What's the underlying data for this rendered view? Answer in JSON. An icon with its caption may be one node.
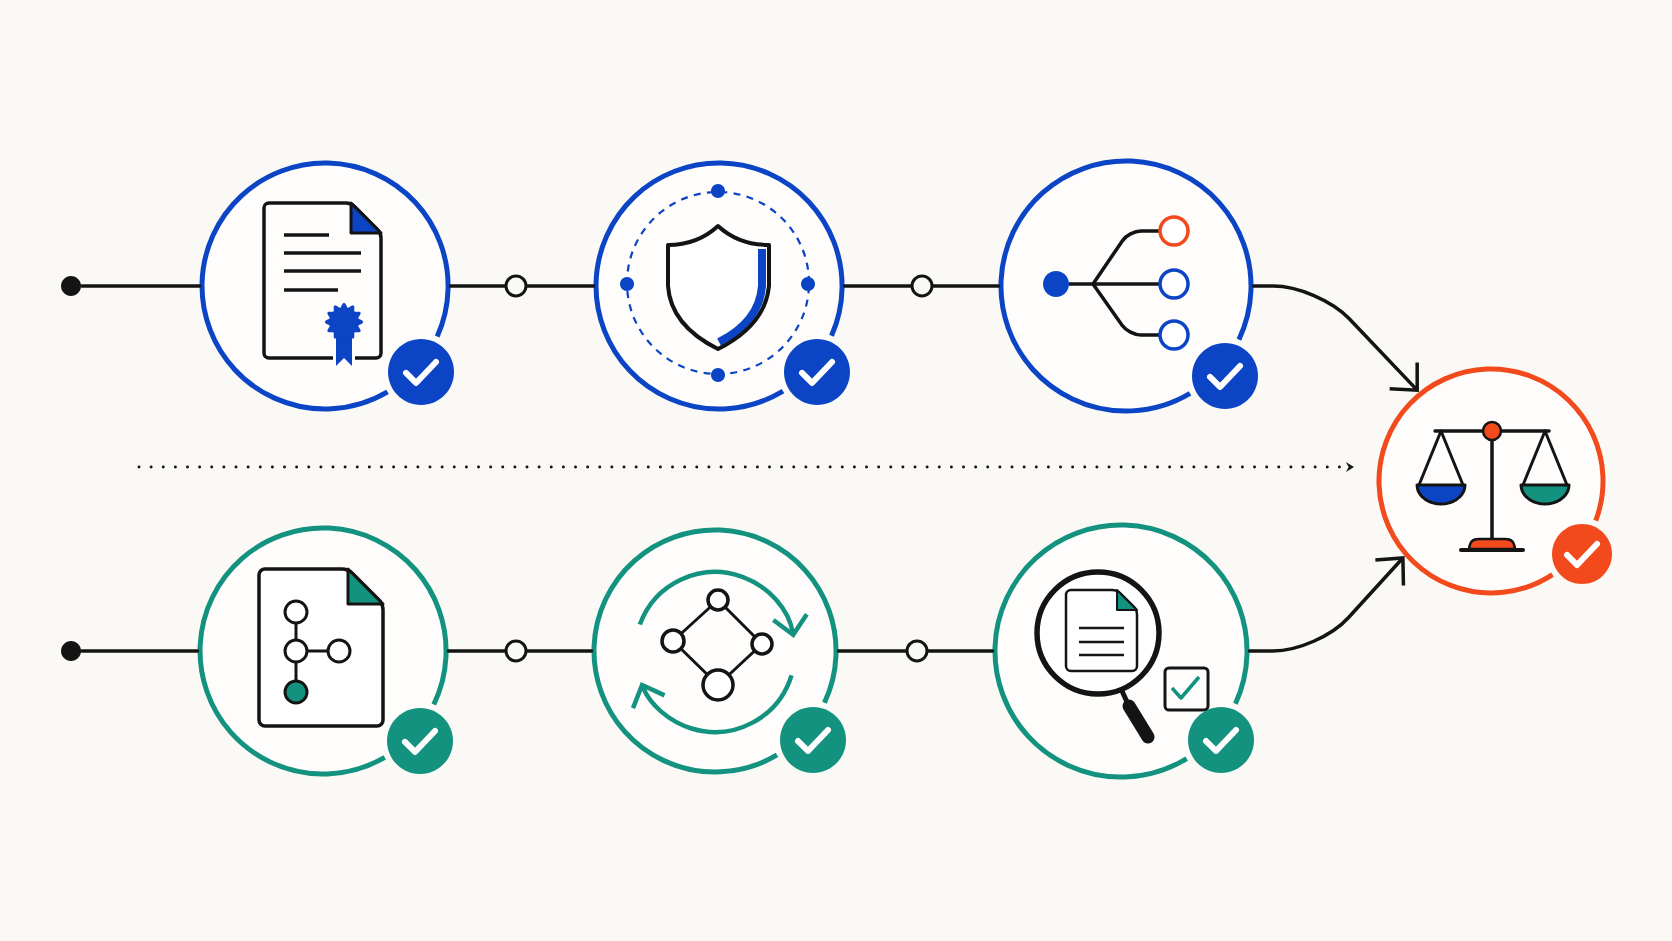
{
  "diagram": {
    "nodes": [
      {
        "text": [],
        "shape": "dot"
      },
      {
        "text": [],
        "shape": "circle"
      },
      {
        "text": [],
        "shape": "circle"
      },
      {
        "text": [],
        "shape": "circle"
      },
      {
        "text": [],
        "shape": "circle"
      },
      {
        "text": [],
        "shape": "circle"
      },
      {
        "text": [],
        "shape": "dot"
      },
      {
        "text": [],
        "shape": "circle"
      },
      {
        "text": [],
        "shape": "circle"
      },
      {
        "text": [],
        "shape": "circle"
      },
      {
        "text": [],
        "shape": "circle"
      },
      {
        "text": [],
        "shape": "circle"
      },
      {
        "text": [],
        "shape": "circle"
      }
    ],
    "edges": [
      {
        "from": 0,
        "to": 1,
        "arrow": "none"
      },
      {
        "from": 1,
        "to": 2,
        "arrow": "none"
      },
      {
        "from": 2,
        "to": 3,
        "arrow": "none"
      },
      {
        "from": 3,
        "to": 4,
        "arrow": "none"
      },
      {
        "from": 4,
        "to": 5,
        "arrow": "none"
      },
      {
        "from": 5,
        "to": 12,
        "arrow": "to"
      },
      {
        "from": 6,
        "to": 7,
        "arrow": "none"
      },
      {
        "from": 7,
        "to": 8,
        "arrow": "none"
      },
      {
        "from": 8,
        "to": 9,
        "arrow": "none"
      },
      {
        "from": 9,
        "to": 10,
        "arrow": "none"
      },
      {
        "from": 10,
        "to": 11,
        "arrow": "none"
      },
      {
        "from": 11,
        "to": 12,
        "arrow": "to"
      }
    ]
  }
}
